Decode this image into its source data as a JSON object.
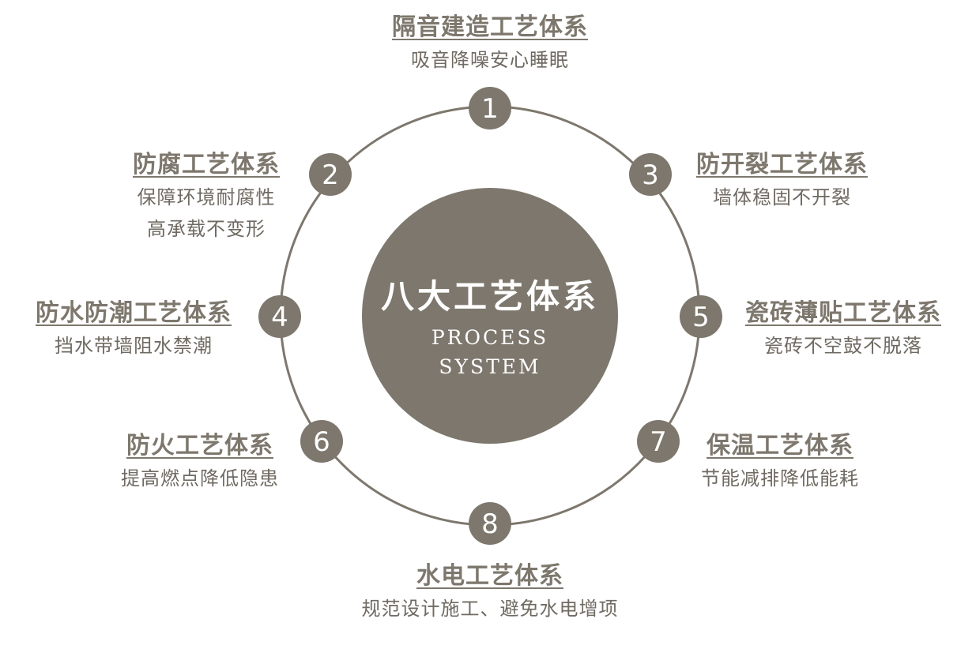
{
  "colors": {
    "primary": "#7d776d",
    "ring": "#7d776d",
    "text": "#6f6a62"
  },
  "center": {
    "title": "八大工艺体系",
    "subtitle_line1": "PROCESS",
    "subtitle_line2": "SYSTEM"
  },
  "items": [
    {
      "number": "1",
      "title": "隔音建造工艺体系",
      "desc": [
        "吸音降噪安心睡眠"
      ]
    },
    {
      "number": "2",
      "title": "防腐工艺体系",
      "desc": [
        "保障环境耐腐性",
        "高承载不变形"
      ]
    },
    {
      "number": "3",
      "title": "防开裂工艺体系",
      "desc": [
        "墙体稳固不开裂"
      ]
    },
    {
      "number": "4",
      "title": "防水防潮工艺体系",
      "desc": [
        "挡水带墙阻水禁潮"
      ]
    },
    {
      "number": "5",
      "title": "瓷砖薄贴工艺体系",
      "desc": [
        "瓷砖不空鼓不脱落"
      ]
    },
    {
      "number": "6",
      "title": "防火工艺体系",
      "desc": [
        "提高燃点降低隐患"
      ]
    },
    {
      "number": "7",
      "title": "保温工艺体系",
      "desc": [
        "节能减排降低能耗"
      ]
    },
    {
      "number": "8",
      "title": "水电工艺体系",
      "desc": [
        "规范设计施工、避免水电增项"
      ]
    }
  ]
}
